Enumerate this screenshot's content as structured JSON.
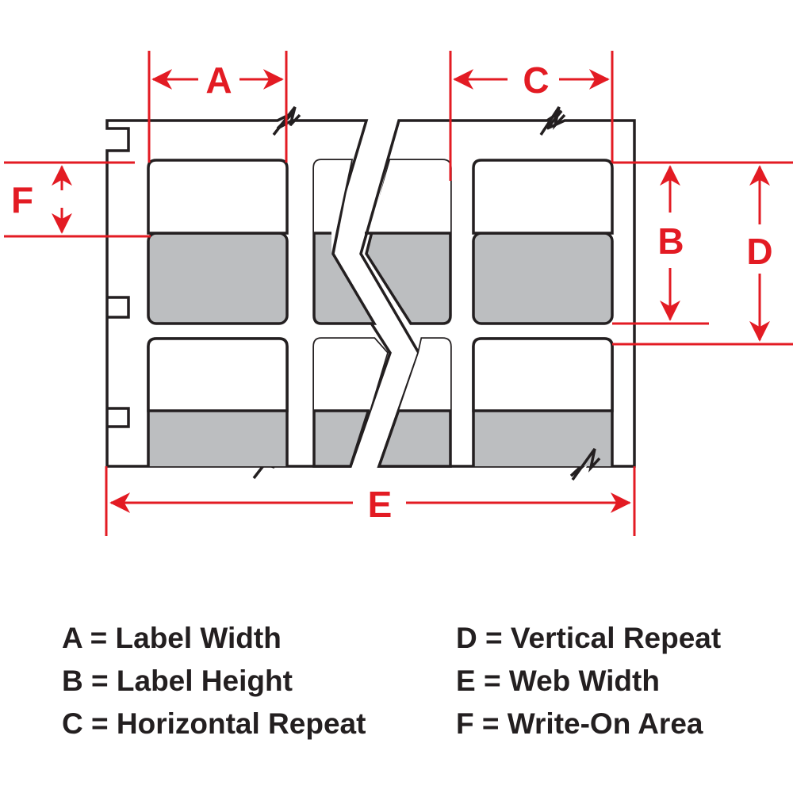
{
  "colors": {
    "dimension": "#e31b23",
    "outline": "#231f20",
    "label_fill": "#ffffff",
    "write_on_fill": "#bcbec0",
    "background": "#ffffff"
  },
  "dimensions": {
    "a": "A",
    "b": "B",
    "c": "C",
    "d": "D",
    "e": "E",
    "f": "F"
  },
  "legend": {
    "left": [
      "A = Label Width",
      "B = Label Height",
      "C = Horizontal Repeat"
    ],
    "right": [
      "D = Vertical Repeat",
      "E = Web Width",
      "F = Write-On Area"
    ]
  }
}
